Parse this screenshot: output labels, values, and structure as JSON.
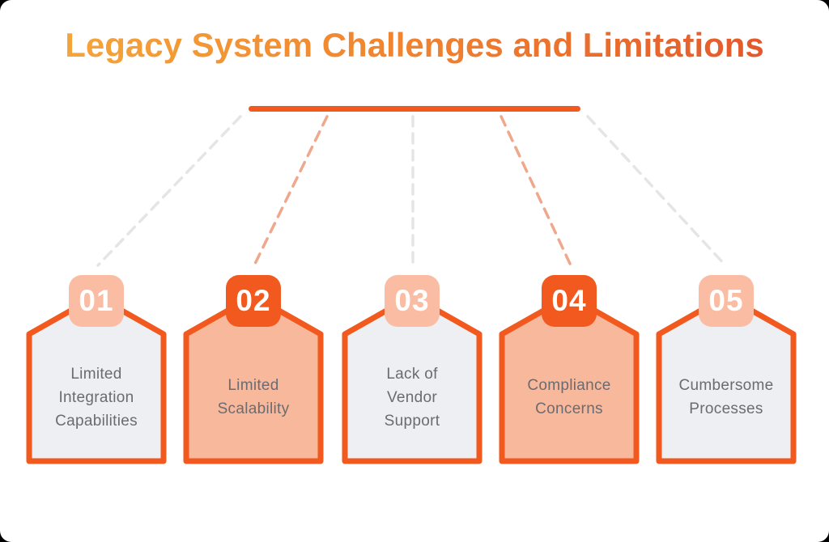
{
  "title": {
    "text": "Legacy System Challenges and Limitations"
  },
  "items": [
    {
      "number": "01",
      "label": "Limited Integration Capabilities",
      "lines": [
        "Limited",
        "Integration",
        "Capabilities"
      ],
      "variant": "light"
    },
    {
      "number": "02",
      "label": "Limited Scalability",
      "lines": [
        "Limited",
        "Scalability"
      ],
      "variant": "accent"
    },
    {
      "number": "03",
      "label": "Lack of Vendor Support",
      "lines": [
        "Lack of",
        "Vendor",
        "Support"
      ],
      "variant": "light"
    },
    {
      "number": "04",
      "label": "Compliance Concerns",
      "lines": [
        "Compliance",
        "Concerns"
      ],
      "variant": "accent"
    },
    {
      "number": "05",
      "label": "Cumbersome Processes",
      "lines": [
        "Cumbersome",
        "Processes"
      ],
      "variant": "light"
    }
  ],
  "colors": {
    "accent": "#F2591E",
    "title-gradient-start": "#F5AB3C",
    "title-gradient-mid": "#EF7E2E",
    "title-gradient-end": "#E2512C",
    "badge-light": "#FABDA4",
    "card-light-fill": "#EEEFF2",
    "card-accent-fill": "#F8B89C",
    "connector-gray": "#E5E5E8",
    "connector-salmon": "#F0A88D",
    "label-text": "#6B6B70",
    "canvas-bg": "#FFFFFF",
    "outer-bg": "#000000"
  }
}
